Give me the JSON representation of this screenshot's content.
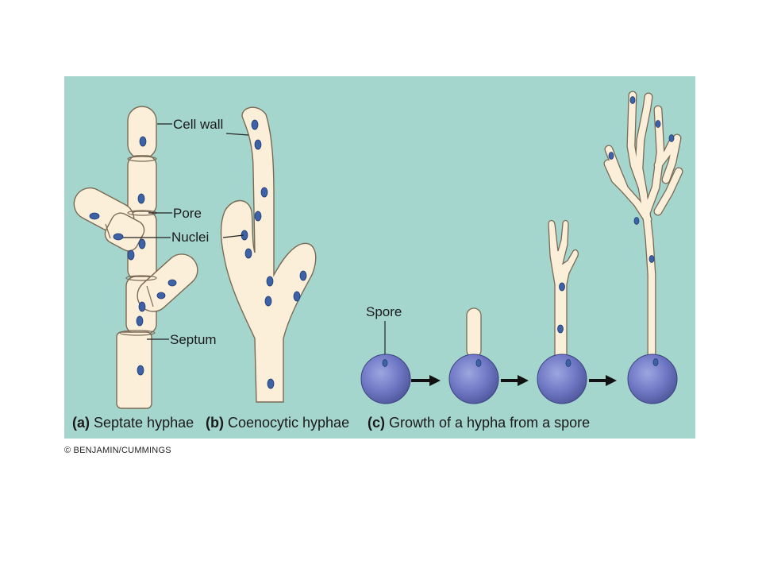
{
  "labels": {
    "cell_wall": "Cell wall",
    "pore": "Pore",
    "nuclei": "Nuclei",
    "septum": "Septum",
    "spore": "Spore"
  },
  "captions": {
    "a_letter": "(a)",
    "a_text": " Septate hyphae",
    "b_letter": "(b)",
    "b_text": " Coenocytic hyphae",
    "c_letter": "(c)",
    "c_text": " Growth of a hypha from a spore"
  },
  "credit": "© BENJAMIN/CUMMINGS",
  "colors": {
    "background": "#a5d6ce",
    "hypha": "#fcefd9",
    "outline": "#7a6a55",
    "nucleus": "#3d62a8",
    "spore": "#6f78c4"
  }
}
